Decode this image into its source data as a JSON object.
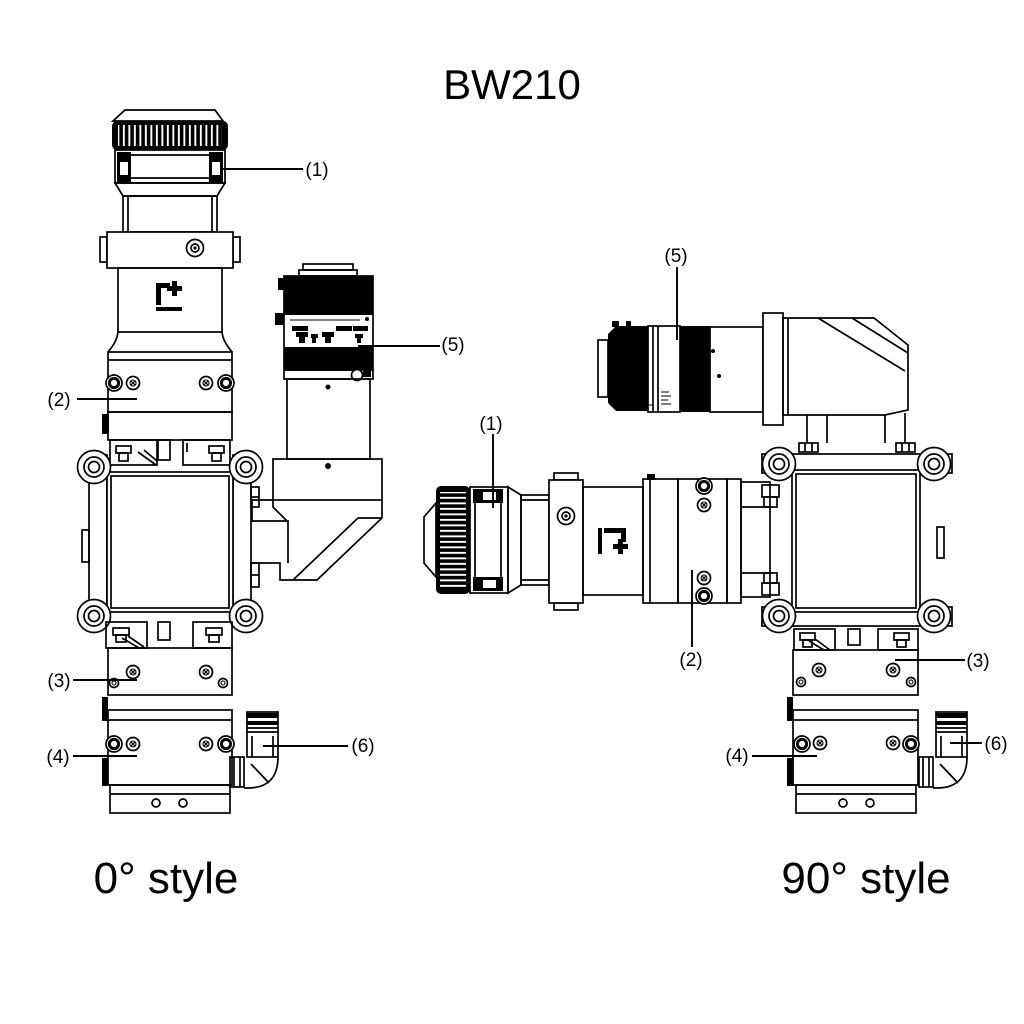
{
  "title": "BW210",
  "colors": {
    "line": "#000000",
    "background": "#ffffff"
  },
  "diagrams": {
    "left": {
      "caption": "0° style",
      "callouts": {
        "c1": "(1)",
        "c2": "(2)",
        "c3": "(3)",
        "c4": "(4)",
        "c5": "(5)",
        "c6": "(6)"
      }
    },
    "right": {
      "caption": "90° style",
      "callouts": {
        "c1": "(1)",
        "c2": "(2)",
        "c3": "(3)",
        "c4": "(4)",
        "c5": "(5)",
        "c6": "(6)"
      }
    }
  }
}
